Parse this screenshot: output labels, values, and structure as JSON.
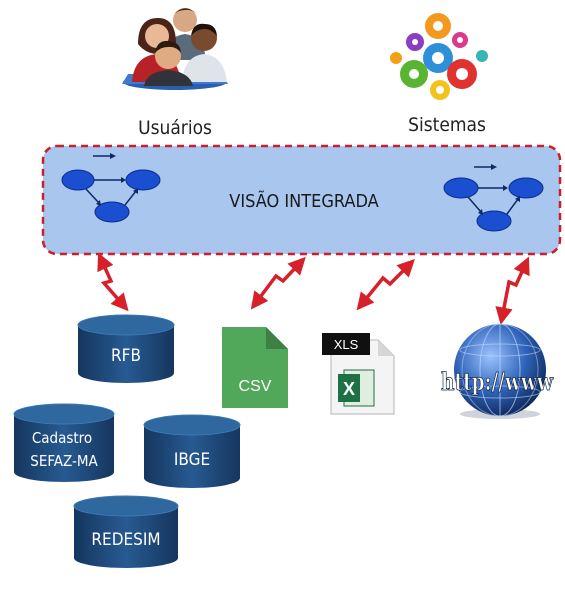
{
  "actors": {
    "users_label": "Usuários",
    "systems_label": "Sistemas"
  },
  "integrated_view": {
    "label": "VISÃO INTEGRADA"
  },
  "databases": {
    "rfb": "RFB",
    "cadastro_line1": "Cadastro",
    "cadastro_line2": "SEFAZ-MA",
    "ibge": "IBGE",
    "redesim": "REDESIM"
  },
  "files": {
    "csv_label": "CSV",
    "xls_label": "XLS",
    "excel_letter": "X",
    "web_label": "http://www"
  },
  "colors": {
    "panel_fill": "#a9c6ee",
    "panel_border": "#cc1f2a",
    "arrow": "#d6212b",
    "db_fill": "#1d4677",
    "csv_green": "#52a85a",
    "excel_green": "#1e7145",
    "globe_blue": "#2f63b8"
  }
}
